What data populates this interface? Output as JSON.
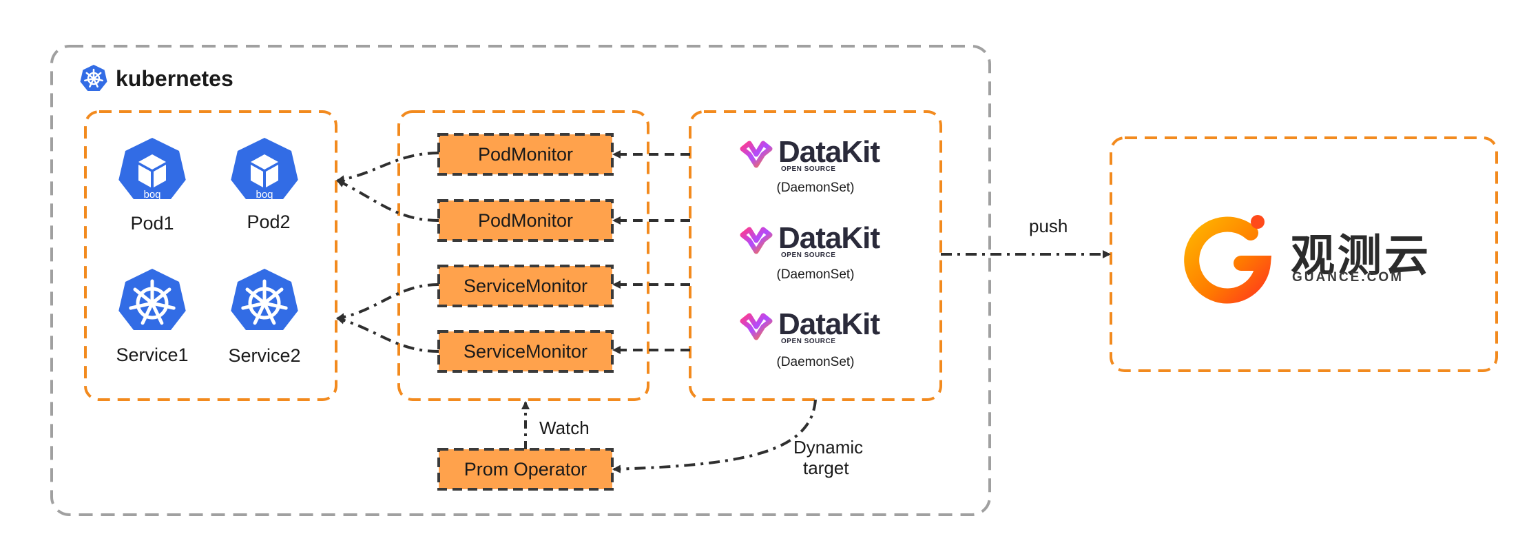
{
  "cluster": {
    "title": "kubernetes"
  },
  "workloads": {
    "pods": [
      {
        "name": "Pod1",
        "badge": "boq"
      },
      {
        "name": "Pod2",
        "badge": "boq"
      }
    ],
    "services": [
      {
        "name": "Service1"
      },
      {
        "name": "Service2"
      }
    ]
  },
  "monitors": [
    {
      "label": "PodMonitor"
    },
    {
      "label": "PodMonitor"
    },
    {
      "label": "ServiceMonitor"
    },
    {
      "label": "ServiceMonitor"
    }
  ],
  "datakits": [
    {
      "brand": "DataKit",
      "tagline": "OPEN SOURCE",
      "kind": "(DaemonSet)"
    },
    {
      "brand": "DataKit",
      "tagline": "OPEN SOURCE",
      "kind": "(DaemonSet)"
    },
    {
      "brand": "DataKit",
      "tagline": "OPEN SOURCE",
      "kind": "(DaemonSet)"
    }
  ],
  "operator": {
    "label": "Prom Operator"
  },
  "edges": {
    "watch": "Watch",
    "dynamic_1": "Dynamic",
    "dynamic_2": "target",
    "push": "push"
  },
  "guance": {
    "name": "观测云",
    "domain": "GUANCE.COM"
  },
  "colors": {
    "orange_border": "#f28a1e",
    "orange_fill": "#ffa24c",
    "k8s_blue": "#326ce5",
    "gray_border": "#a0a0a0",
    "arrow": "#2f2f2f"
  }
}
